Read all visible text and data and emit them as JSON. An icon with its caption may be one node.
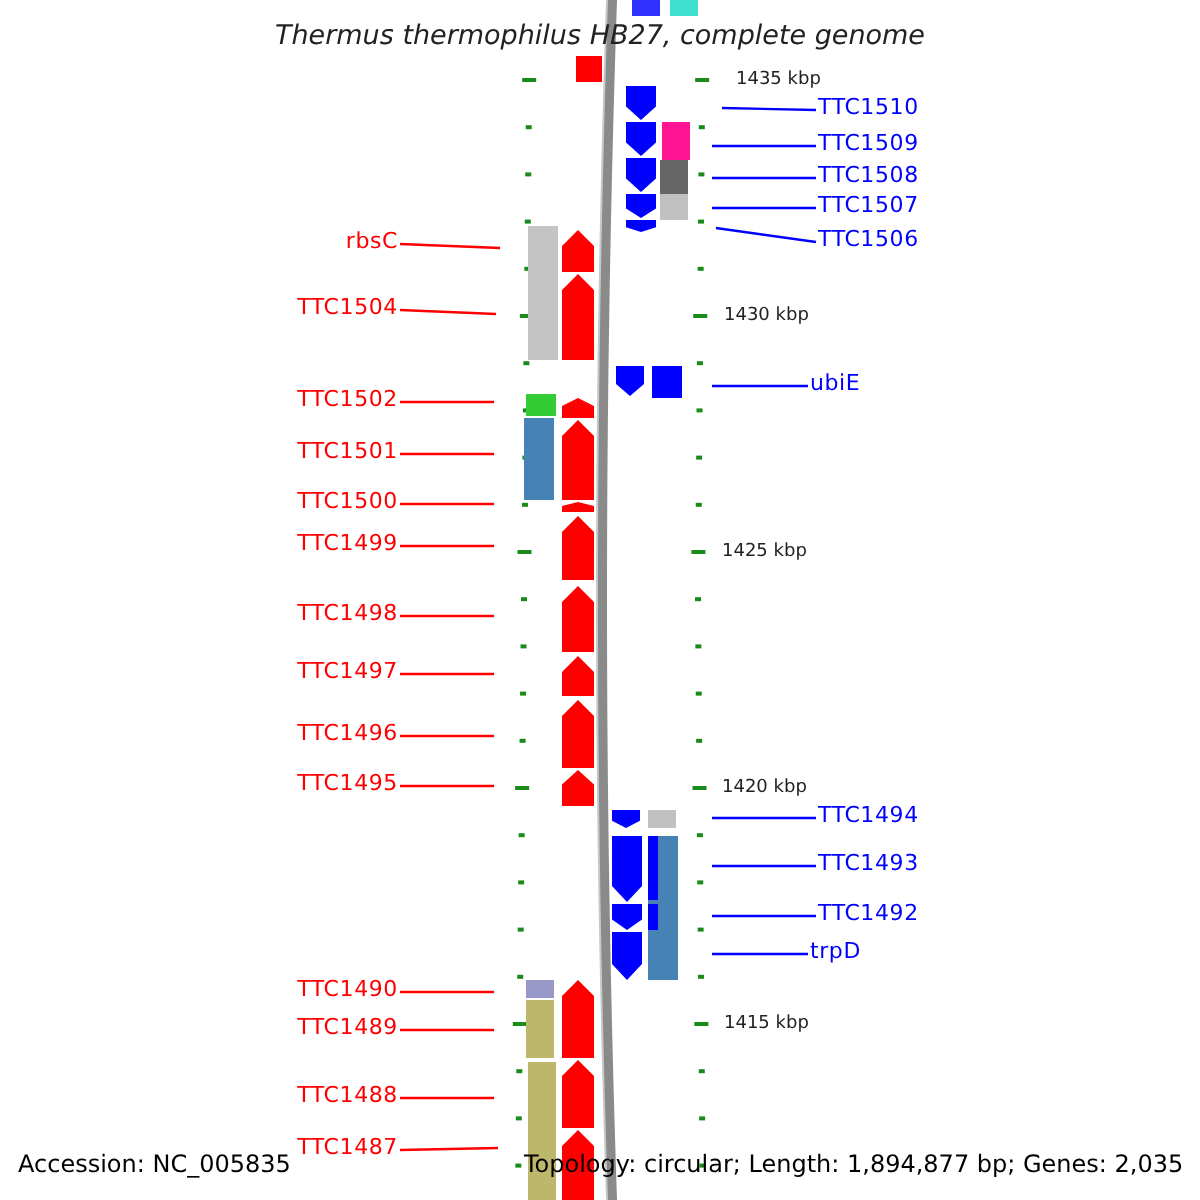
{
  "diagram": {
    "title": "Thermus thermophilus HB27, complete genome",
    "nodes": [
      {
        "text": [
          "rbsC"
        ]
      },
      {
        "text": [
          "TTC1504"
        ]
      },
      {
        "text": [
          "TTC1502"
        ]
      },
      {
        "text": [
          "TTC1501"
        ]
      },
      {
        "text": [
          "TTC1500"
        ]
      },
      {
        "text": [
          "TTC1499"
        ]
      },
      {
        "text": [
          "TTC1498"
        ]
      },
      {
        "text": [
          "TTC1497"
        ]
      },
      {
        "text": [
          "TTC1496"
        ]
      },
      {
        "text": [
          "TTC1495"
        ]
      },
      {
        "text": [
          "TTC1490"
        ]
      },
      {
        "text": [
          "TTC1489"
        ]
      },
      {
        "text": [
          "TTC1488"
        ]
      },
      {
        "text": [
          "TTC1487"
        ]
      },
      {
        "text": [
          "TTC1510"
        ]
      },
      {
        "text": [
          "TTC1509"
        ]
      },
      {
        "text": [
          "TTC1508"
        ]
      },
      {
        "text": [
          "TTC1507"
        ]
      },
      {
        "text": [
          "TTC1506"
        ]
      },
      {
        "text": [
          "ubiE"
        ]
      },
      {
        "text": [
          "TTC1494"
        ]
      },
      {
        "text": [
          "TTC1493"
        ]
      },
      {
        "text": [
          "TTC1492"
        ]
      },
      {
        "text": [
          "trpD"
        ]
      }
    ],
    "edges": [
      {
        "from": 0,
        "to": null,
        "arrow": "none"
      },
      {
        "from": 1,
        "to": null,
        "arrow": "none"
      },
      {
        "from": 2,
        "to": null,
        "arrow": "none"
      },
      {
        "from": 3,
        "to": null,
        "arrow": "none"
      },
      {
        "from": 4,
        "to": null,
        "arrow": "none"
      },
      {
        "from": 5,
        "to": null,
        "arrow": "none"
      },
      {
        "from": 6,
        "to": null,
        "arrow": "none"
      },
      {
        "from": 7,
        "to": null,
        "arrow": "none"
      },
      {
        "from": 8,
        "to": null,
        "arrow": "none"
      },
      {
        "from": 9,
        "to": null,
        "arrow": "none"
      },
      {
        "from": 10,
        "to": null,
        "arrow": "none"
      },
      {
        "from": 11,
        "to": null,
        "arrow": "none"
      },
      {
        "from": 12,
        "to": null,
        "arrow": "none"
      },
      {
        "from": 13,
        "to": null,
        "arrow": "none"
      },
      {
        "from": 14,
        "to": null,
        "arrow": "none",
        "color": "#0000ff"
      },
      {
        "from": 15,
        "to": null,
        "arrow": "none",
        "color": "#0000ff"
      },
      {
        "from": 16,
        "to": null,
        "arrow": "none",
        "color": "#0000ff"
      },
      {
        "from": 17,
        "to": null,
        "arrow": "none",
        "color": "#0000ff"
      },
      {
        "from": 18,
        "to": null,
        "arrow": "none",
        "color": "#0000ff"
      },
      {
        "from": 19,
        "to": null,
        "arrow": "none",
        "color": "#0000ff"
      },
      {
        "from": 20,
        "to": null,
        "arrow": "none",
        "color": "#0000ff"
      },
      {
        "from": 21,
        "to": null,
        "arrow": "none",
        "color": "#0000ff"
      },
      {
        "from": 22,
        "to": null,
        "arrow": "none",
        "color": "#0000ff"
      },
      {
        "from": 23,
        "to": null,
        "arrow": "none",
        "color": "#0000ff"
      }
    ],
    "labels": [
      "1435 kbp",
      "1430 kbp",
      "1425 kbp",
      "1420 kbp",
      "1415 kbp",
      "Accession: NC_005835",
      "Topology: circular; Length: 1,894,877 bp; Genes: 2,035"
    ]
  }
}
